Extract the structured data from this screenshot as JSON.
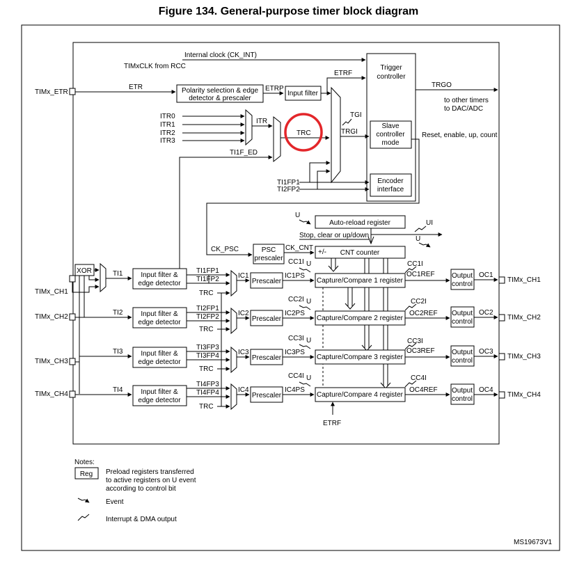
{
  "figure": {
    "title": "Figure 134. General-purpose timer block diagram",
    "code": "MS19673V1"
  },
  "clock": {
    "ck_int": "Internal clock (CK_INT)",
    "timxclk": "TIMxCLK from RCC",
    "etr": "ETR",
    "etrp": "ETRP",
    "etrf": "ETRF",
    "ck_psc": "CK_PSC",
    "ck_cnt": "CK_CNT"
  },
  "pins": {
    "etr": "TIMx_ETR",
    "ch1": "TIMx_CH1",
    "ch2": "TIMx_CH2",
    "ch3": "TIMx_CH3",
    "ch4": "TIMx_CH4"
  },
  "blocks": {
    "polarity": [
      "Polarity selection & edge",
      "detector & prescaler"
    ],
    "input_filter": "Input filter",
    "trigger": [
      "Trigger",
      "controller"
    ],
    "slave": [
      "Slave",
      "controller",
      "mode"
    ],
    "encoder": [
      "Encoder",
      "interface"
    ],
    "autoreload": "Auto-reload register",
    "psc": [
      "PSC",
      "prescaler"
    ],
    "cnt": "CNT counter",
    "xor": "XOR",
    "in_filter": [
      "Input filter &",
      "edge detector"
    ],
    "prescaler": "Prescaler",
    "output": [
      "Output",
      "control"
    ]
  },
  "ccr": [
    "Capture/Compare 1 register",
    "Capture/Compare 2 register",
    "Capture/Compare 3 register",
    "Capture/Compare 4 register"
  ],
  "signals": {
    "itr": [
      "ITR0",
      "ITR1",
      "ITR2",
      "ITR3"
    ],
    "itr_out": "ITR",
    "trc": "TRC",
    "tgi": "TGI",
    "trgi": "TRGI",
    "ti1f_ed": "TI1F_ED",
    "ti1fp1": "TI1FP1",
    "ti2fp2": "TI2FP2",
    "trgo": "TRGO",
    "trgo_dest": [
      "to other timers",
      "to DAC/ADC"
    ],
    "reset": "Reset, enable, up, count",
    "u": "U",
    "ui": "UI",
    "stop": "Stop, clear or up/down",
    "pm": "+/-",
    "etrf_bottom": "ETRF"
  },
  "channels": [
    {
      "ti": "TI1",
      "fp_a": "TI1FP1",
      "fp_b": "TI1FP2",
      "trc": "TRC",
      "ic": "IC1",
      "icps": "IC1PS",
      "cc": "CC1I",
      "u": "U",
      "cci": "CC1I",
      "ocref": "OC1REF",
      "oc": "OC1"
    },
    {
      "ti": "TI2",
      "fp_a": "TI2FP1",
      "fp_b": "TI2FP2",
      "trc": "TRC",
      "ic": "IC2",
      "icps": "IC2PS",
      "cc": "CC2I",
      "u": "U",
      "cci": "CC2I",
      "ocref": "OC2REF",
      "oc": "OC2"
    },
    {
      "ti": "TI3",
      "fp_a": "TI3FP3",
      "fp_b": "TI3FP4",
      "trc": "TRC",
      "ic": "IC3",
      "icps": "IC3PS",
      "cc": "CC3I",
      "u": "U",
      "cci": "CC3I",
      "ocref": "OC3REF",
      "oc": "OC3"
    },
    {
      "ti": "TI4",
      "fp_a": "TI4FP3",
      "fp_b": "TI4FP4",
      "trc": "TRC",
      "ic": "IC4",
      "icps": "IC4PS",
      "cc": "CC4I",
      "u": "U",
      "cci": "CC4I",
      "ocref": "OC4REF",
      "oc": "OC4"
    }
  ],
  "notes": {
    "heading": "Notes:",
    "reg": "Reg",
    "reg_desc": [
      "Preload registers transferred",
      "to active registers on U event",
      "according to control bit"
    ],
    "event": "Event",
    "interrupt": "Interrupt & DMA output"
  },
  "highlight_color": "#e3262a"
}
